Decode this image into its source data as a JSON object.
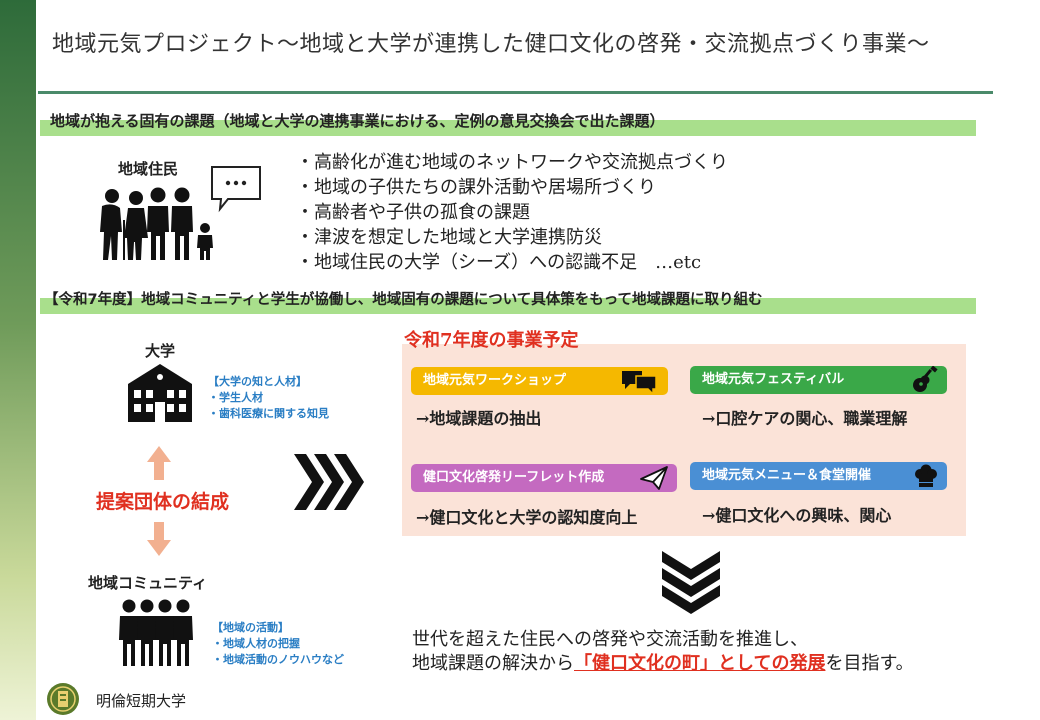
{
  "title": "地域元気プロジェクト～地域と大学が連携した健口文化の啓発・交流拠点づくり事業～",
  "section1": {
    "heading": "地域が抱える固有の課題（地域と大学の連携事業における、定例の意見交換会で出た課題）",
    "resident_label": "地域住民",
    "speech": "…",
    "issues": [
      "・高齢化が進む地域のネットワークや交流拠点づくり",
      "・地域の子供たちの課外活動や居場所づくり",
      "・高齢者や子供の孤食の課題",
      "・津波を想定した地域と大学連携防災",
      "・地域住民の大学（シーズ）への認識不足　…etc"
    ]
  },
  "section2": {
    "heading": "【令和7年度】地域コミュニティと学生が協働し、地域固有の課題について具体策をもって地域課題に取り組む",
    "university": {
      "label": "大学",
      "notes": [
        "【大学の知と人材】",
        "・学生人材",
        "・歯科医療に関する知見"
      ]
    },
    "formation": "提案団体の結成",
    "community": {
      "label": "地域コミュニティ",
      "notes": [
        "【地域の活動】",
        "・地域人材の把握",
        "・地域活動のノウハウなど"
      ]
    },
    "plan": {
      "title": "令和7年度の事業予定",
      "items": [
        {
          "label": "地域元気ワークショップ",
          "result": "→地域課題の抽出",
          "color": "#f5b800"
        },
        {
          "label": "地域元気フェスティバル",
          "result": "→口腔ケアの関心、職業理解",
          "color": "#3aa848"
        },
        {
          "label": "健口文化啓発リーフレット作成",
          "result": "→健口文化と大学の認知度向上",
          "color": "#c46ac0"
        },
        {
          "label": "地域元気メニュー＆食堂開催",
          "result": "→健口文化への興味、関心",
          "color": "#4a8fd4"
        }
      ]
    },
    "conclusion": {
      "line1": "世代を超えた住民への啓発や交流活動を推進し、",
      "line2_prefix": "地域課題の解決から",
      "line2_highlight": "「健口文化の町」としての発展",
      "line2_suffix": "を目指す。"
    }
  },
  "footer": {
    "org": "明倫短期大学"
  }
}
